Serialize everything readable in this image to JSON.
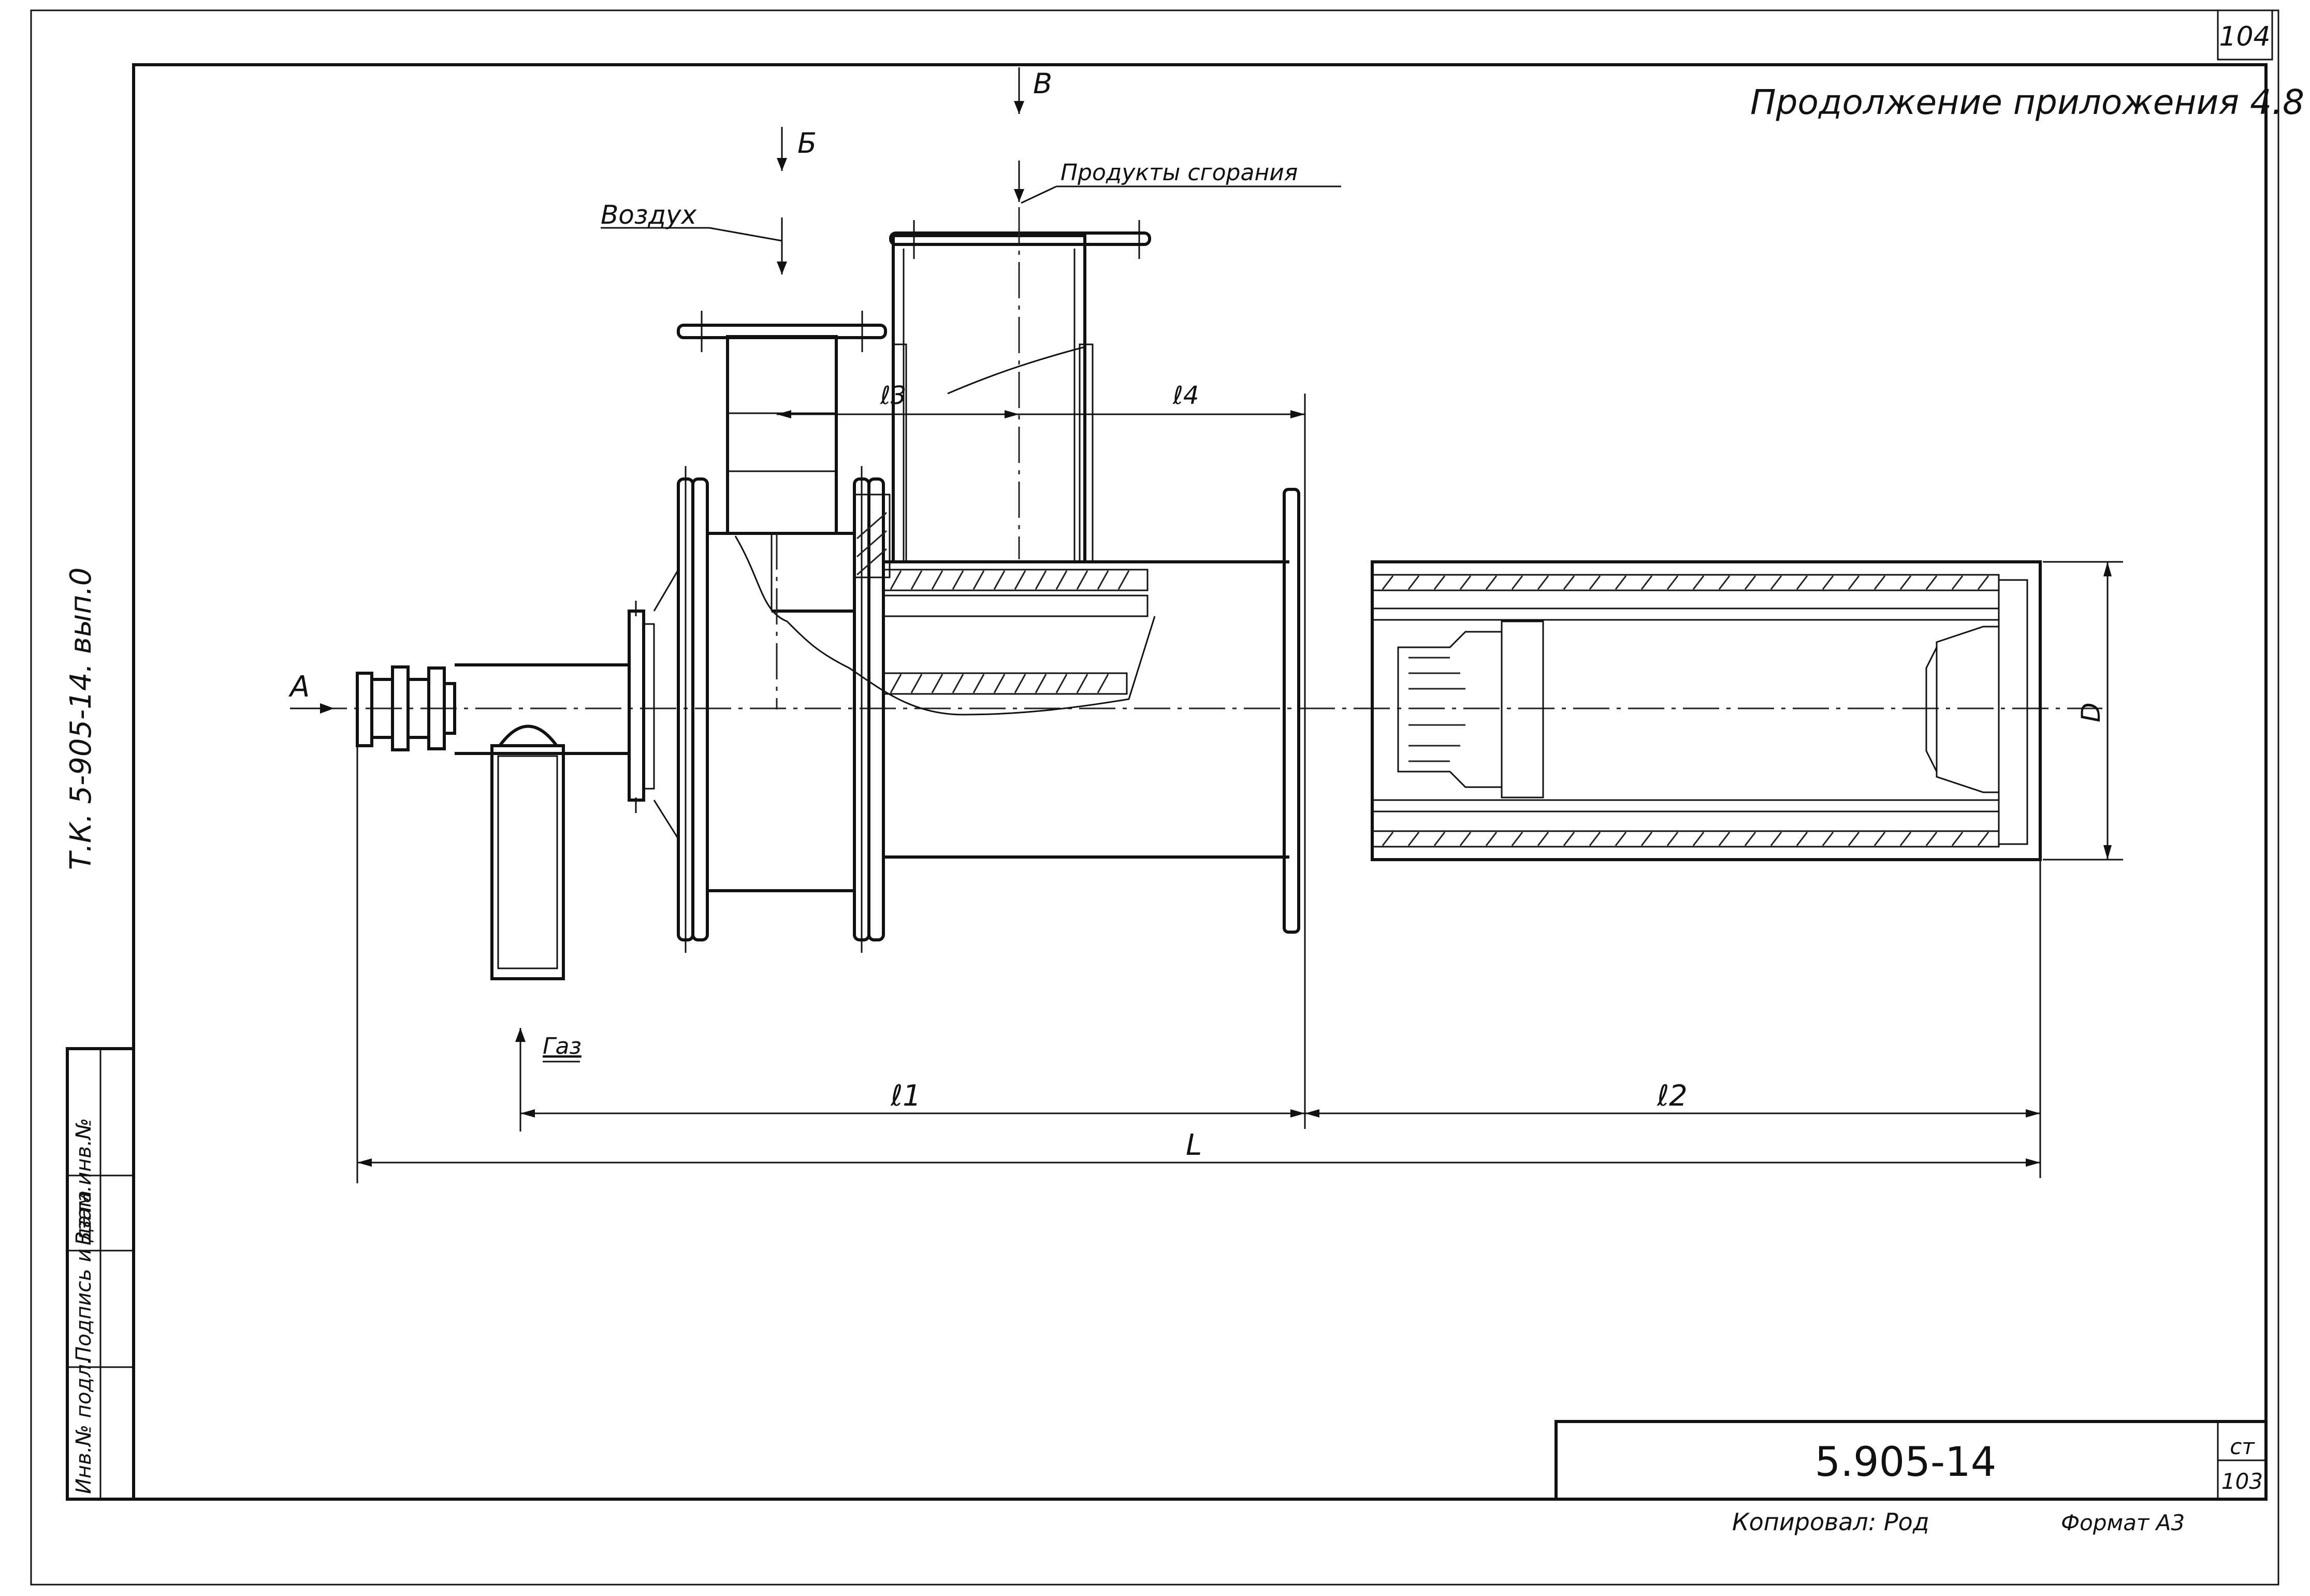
{
  "drawing": {
    "page_number": "104",
    "header": "Продолжение приложения 4.8",
    "side_code": "Т.К. 5-905-14. вып.0",
    "flow_labels": {
      "air": "Воздух",
      "combustion_products": "Продукты сгорания",
      "gas": "Газ"
    },
    "section_marks": {
      "a": "А",
      "b": "Б",
      "v": "В"
    },
    "dimensions": {
      "l1": "ℓ1",
      "l2": "ℓ2",
      "l3": "ℓ3",
      "l4": "ℓ4",
      "L": "L",
      "D": "D"
    },
    "title_block": {
      "doc_number": "5.905-14",
      "sheet_label": "ст",
      "sheet_number": "103"
    },
    "stamp_columns": [
      "Инв.№ подл.",
      "Подпись и дата",
      "Взам.инв.№"
    ],
    "footer": {
      "copied": "Копировал: Род",
      "format": "Формат А3"
    }
  }
}
